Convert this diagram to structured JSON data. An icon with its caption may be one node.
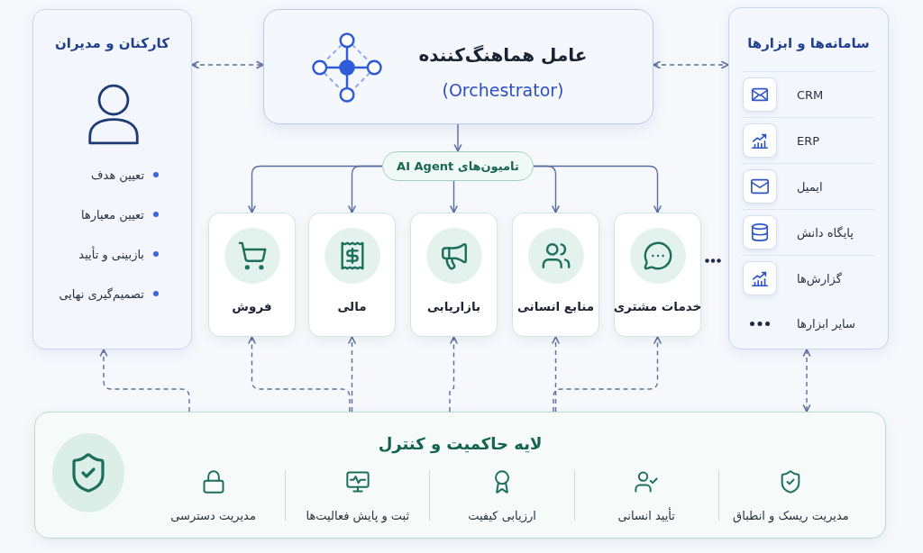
{
  "diagram": {
    "nodes": [
      {
        "text": [
          "کارکنان و مدیران",
          "تعیین هدف",
          "تعیین معیارها",
          "بازبینی و تأیید",
          "تصمیم‌گیری نهایی"
        ]
      },
      {
        "text": [
          "عامل هماهنگ‌کننده",
          "(Orchestrator)"
        ]
      },
      {
        "text": [
          "سامانه‌ها و ابزارها",
          "CRM",
          "ERP",
          "ایمیل",
          "پایگاه دانش",
          "گزارش‌ها",
          "سایر ابزارها"
        ]
      },
      {
        "text": [
          "تامیون‌های AI Agent"
        ]
      },
      {
        "text": [
          "خدمات مشتری"
        ]
      },
      {
        "text": [
          "منابع انسانی"
        ]
      },
      {
        "text": [
          "بازاریابی"
        ]
      },
      {
        "text": [
          "مالی"
        ]
      },
      {
        "text": [
          "فروش"
        ]
      },
      {
        "text": [
          "لایه حاکمیت و کنترل",
          "مدیریت ریسک و انطباق",
          "تأیید انسانی",
          "ارزیابی کیفیت",
          "ثبت و پایش فعالیت‌ها",
          "مدیریت دسترسی"
        ]
      }
    ],
    "edges": [
      {
        "from": 0,
        "to": 1,
        "arrow": "both",
        "style": "dashed"
      },
      {
        "from": 1,
        "to": 2,
        "arrow": "both",
        "style": "dashed"
      },
      {
        "from": 1,
        "to": 3,
        "arrow": "to"
      },
      {
        "from": 3,
        "to": 4,
        "arrow": "to"
      },
      {
        "from": 3,
        "to": 5,
        "arrow": "to"
      },
      {
        "from": 3,
        "to": 6,
        "arrow": "to"
      },
      {
        "from": 3,
        "to": 7,
        "arrow": "to"
      },
      {
        "from": 3,
        "to": 8,
        "arrow": "to"
      },
      {
        "from": 9,
        "to": 0,
        "arrow": "to",
        "style": "dashed"
      },
      {
        "from": 9,
        "to": 4,
        "arrow": "to",
        "style": "dashed"
      },
      {
        "from": 9,
        "to": 5,
        "arrow": "to",
        "style": "dashed"
      },
      {
        "from": 9,
        "to": 6,
        "arrow": "to",
        "style": "dashed"
      },
      {
        "from": 9,
        "to": 7,
        "arrow": "to",
        "style": "dashed"
      },
      {
        "from": 9,
        "to": 8,
        "arrow": "to",
        "style": "dashed"
      },
      {
        "from": 2,
        "to": 9,
        "arrow": "both",
        "style": "dashed"
      }
    ]
  }
}
